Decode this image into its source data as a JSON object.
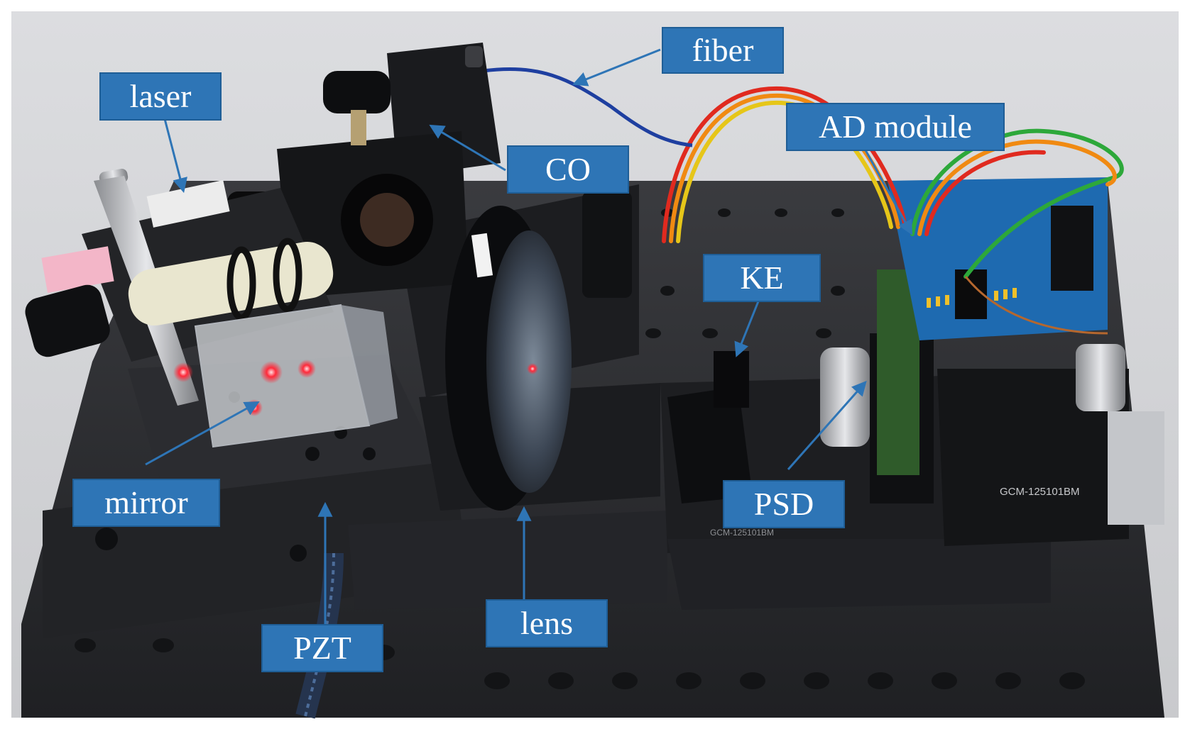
{
  "labels": {
    "fiber": "fiber",
    "laser": "laser",
    "co": "CO",
    "ad_module": "AD module",
    "ke": "KE",
    "mirror": "mirror",
    "psd": "PSD",
    "lens": "lens",
    "pzt": "PZT"
  },
  "printed_text": {
    "stage_marking_right": "GCM-125101BM",
    "stage_marking_middle": "GCM-125101BM"
  },
  "colors": {
    "label_fill": "#2e75b6",
    "label_text": "#ffffff",
    "arrow": "#2e75b6",
    "background": "#d3d4d6",
    "breadboard": "#2a2b2e",
    "laser_spot": "#ff2a3a",
    "pcb_blue": "#1e6ab0",
    "fiber_blue": "#1e3fa0"
  }
}
